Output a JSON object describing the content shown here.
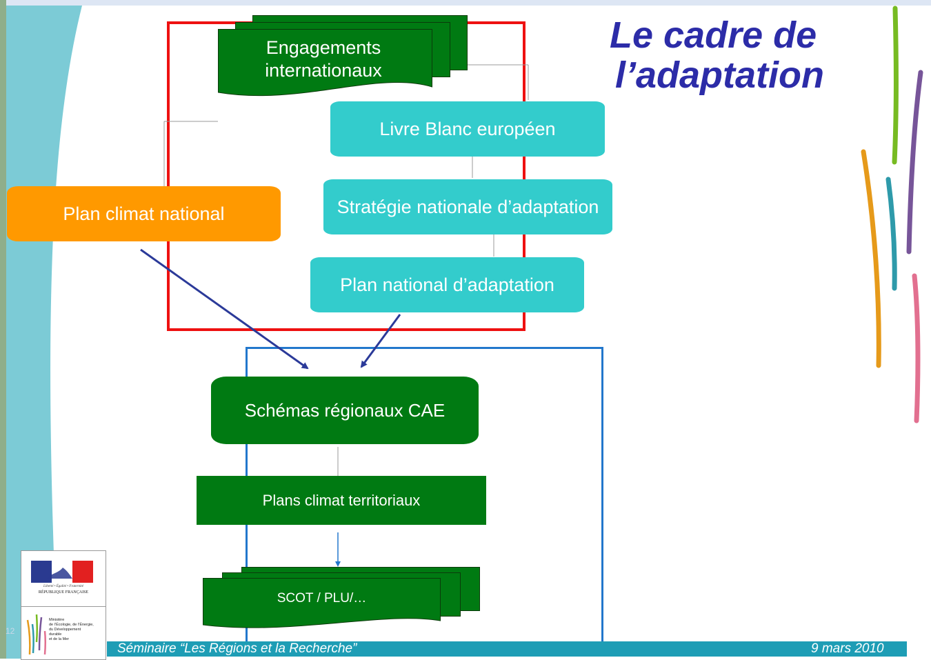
{
  "title": {
    "line1": "Le cadre de",
    "line2": "l’adaptation"
  },
  "nodes": {
    "engagements": {
      "line1": "Engagements",
      "line2": "internationaux"
    },
    "livre_blanc": "Livre Blanc européen",
    "strategie": "Stratégie nationale d’adaptation",
    "plan_national": "Plan national d’adaptation",
    "plan_climat": "Plan climat national",
    "schemas": "Schémas régionaux CAE",
    "plans_territoriaux": "Plans climat territoriaux",
    "scot": "SCOT / PLU/…"
  },
  "footer": {
    "seminar": "Séminaire “Les Régions et la Recherche”",
    "date": "9 mars 2010",
    "slide_number": "12"
  },
  "logo": {
    "motto": "Liberté • Égalité • Fraternité",
    "republic": "RÉPUBLIQUE FRANÇAISE",
    "ministry_lines": [
      "Ministère",
      "de l’Écologie, de l’Énergie,",
      "du Développement",
      "durable",
      "et de la Mer"
    ]
  },
  "colors": {
    "dark_green": "#007a12",
    "cyan": "#33cccc",
    "orange": "#ff9900",
    "red_frame": "#ee1111",
    "blue_frame": "#2277cc",
    "arrow": "#2b3a99",
    "title": "#2c2ca8",
    "footer": "#1e9db5"
  }
}
